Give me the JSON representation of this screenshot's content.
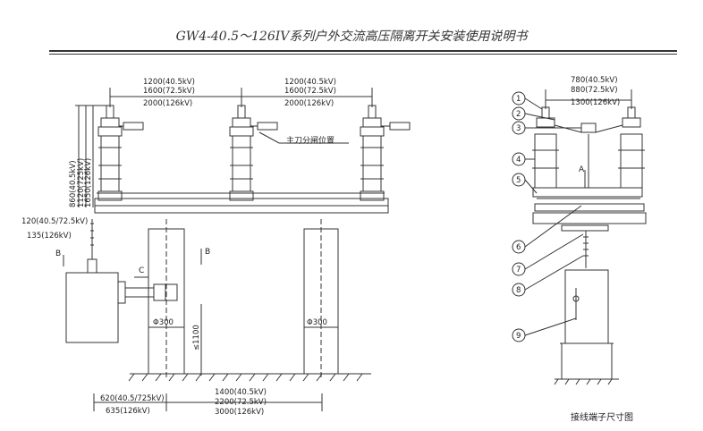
{
  "header": {
    "title": "GW4-40.5～126IV系列户外交流高压隔离开关安装使用说明书"
  },
  "front_view": {
    "top_dims": [
      [
        "1200(40.5kV)",
        "1600(72.5kV)",
        "2000(126kV)"
      ],
      [
        "1200(40.5kV)",
        "1600(72.5kV)",
        "2000(126kV)"
      ]
    ],
    "left_dims": [
      "860(40.5kV)",
      "1120(725kV)",
      "1650(126kV)"
    ],
    "side_dims": [
      "120(40.5/72.5kV)",
      "135(126kV)"
    ],
    "position_label": "主刀分闸位置",
    "section_labels": {
      "b_left": "B",
      "b_right": "B",
      "c": "C"
    },
    "pipe_dia": [
      "Φ300",
      "Φ300"
    ],
    "height_dim": "≤1100",
    "bottom_dims_left": [
      "620(40.5/725kV)",
      "635(126kV)"
    ],
    "bottom_dims_right": [
      "1400(40.5kV)",
      "2200(72.5kV)",
      "3000(126kV)"
    ]
  },
  "side_view": {
    "top_dims": [
      "780(40.5kV)",
      "880(72.5kV)",
      "1300(126kV)"
    ],
    "arrow_label": "A",
    "callouts": [
      "1",
      "2",
      "3",
      "4",
      "5",
      "6",
      "7",
      "8",
      "9"
    ],
    "caption": "接线端子尺寸图"
  }
}
